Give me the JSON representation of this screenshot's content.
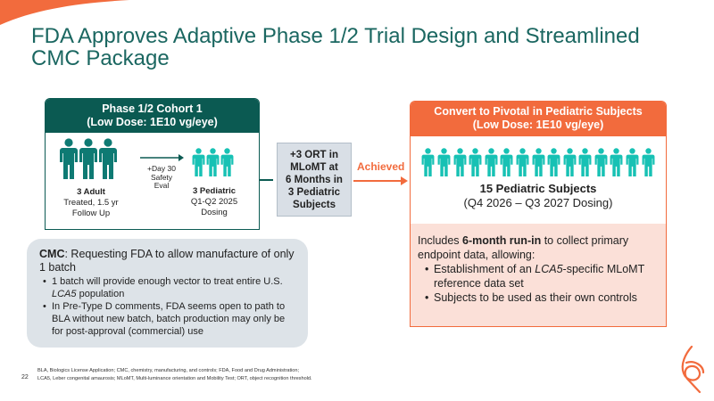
{
  "title": "FDA Approves Adaptive Phase 1/2 Trial Design and Streamlined CMC Package",
  "left_box": {
    "header_line1": "Phase 1/2 Cohort 1",
    "header_line2": "(Low Dose: 1E10 vg/eye)",
    "adult_title": "3 Adult",
    "adult_l2": "Treated, 1.5 yr",
    "adult_l3": "Follow Up",
    "arrow_l1": "+Day 30",
    "arrow_l2": "Safety",
    "arrow_l3": "Eval",
    "ped_title": "3 Pediatric",
    "ped_l2": "Q1-Q2 2025",
    "ped_l3": "Dosing"
  },
  "gray_box": {
    "lines": [
      "+3 ORT in",
      "MLoMT at",
      "6 Months in",
      "3 Pediatric",
      "Subjects"
    ]
  },
  "achieved_label": "Achieved",
  "right_box": {
    "header_line1": "Convert to Pivotal in Pediatric Subjects",
    "header_line2": "(Low Dose: 1E10 vg/eye)",
    "subjects_title": "15 Pediatric Subjects",
    "subjects_dates": "(Q4 2026 – Q3 2027 Dosing)",
    "intro_pre": "Includes ",
    "intro_bold": "6-month run-in",
    "intro_post": " to collect primary endpoint data, allowing:",
    "bullet1_pre": "Establishment of an ",
    "bullet1_italic": "LCA5",
    "bullet1_post": "-specific MLoMT reference data set",
    "bullet2": "Subjects to be used as their own controls"
  },
  "cmc": {
    "bold": "CMC",
    "text": ": Requesting FDA to allow manufacture of only 1 batch",
    "bullet1_pre": "1 batch will provide enough vector to treat entire U.S. ",
    "bullet1_italic": "LCA5",
    "bullet1_post": " population",
    "bullet2": "In Pre-Type D comments, FDA seems open to path to BLA without new batch, batch production may only be for post-approval (commercial) use"
  },
  "footer": {
    "page": "22",
    "line1": "BLA, Biologics License Application; CMC, chemistry, manufacturing, and controls; FDA, Food and Drug Administration;",
    "line2": "LCA5, Leber congenital amaurosis; MLoMT, Multi-luminance orientation and Mobility Test; ORT, object recognition threshold."
  },
  "colors": {
    "dark_teal": "#0b5a52",
    "adult": "#0e7a73",
    "child": "#17c1b4",
    "orange": "#f26b3d"
  }
}
